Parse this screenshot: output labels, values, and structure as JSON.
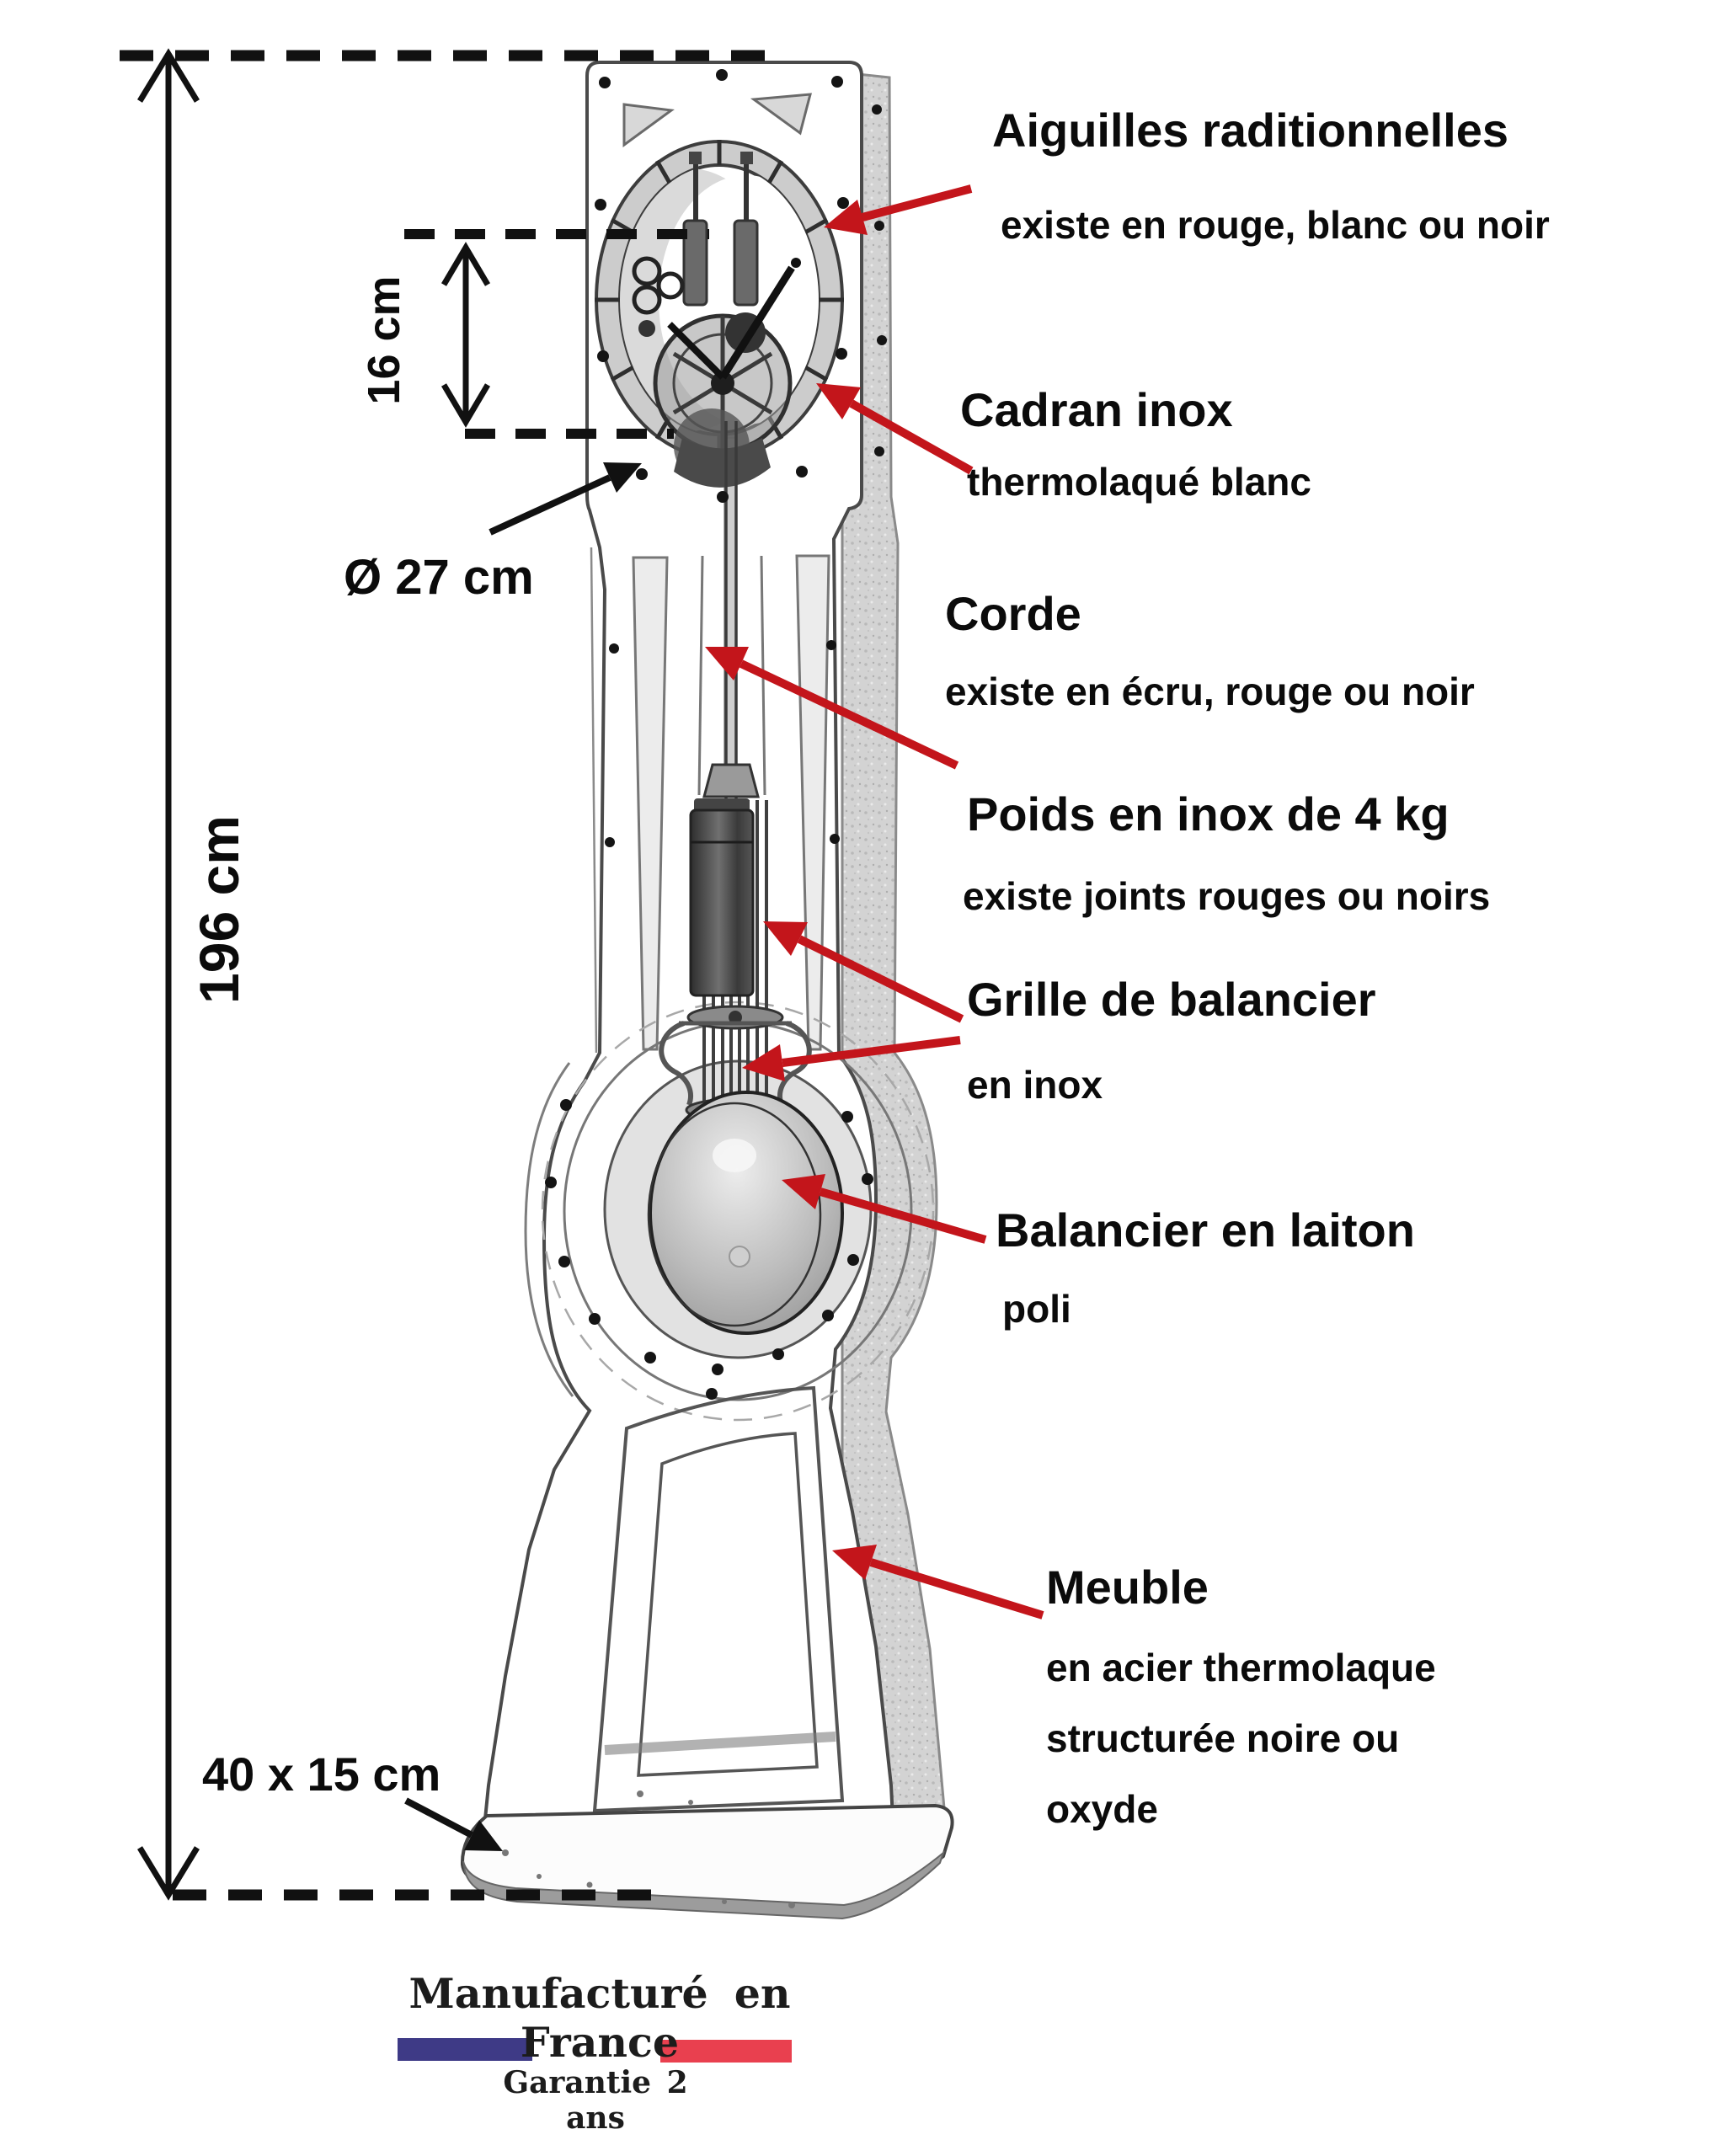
{
  "parts": [
    {
      "title": "Aiguilles raditionnelles",
      "sub1": "existe en rouge, blanc ou noir"
    },
    {
      "title": "Cadran inox",
      "sub1": "thermolaqué blanc"
    },
    {
      "title": "Corde",
      "sub1": "existe en écru, rouge ou noir"
    },
    {
      "title": "Poids en inox de 4 kg",
      "sub1": "existe joints rouges ou noirs"
    },
    {
      "title": "Grille de balancier",
      "sub1": "en inox"
    },
    {
      "title": "Balancier en laiton",
      "sub1": "poli"
    },
    {
      "title": "Meuble",
      "sub1": "en acier thermolaque",
      "sub2": "structurée noire ou",
      "sub3": "oxyde"
    }
  ],
  "dimensions": {
    "height": "196 cm",
    "dial_height": "16 cm",
    "dial_diameter": "Ø 27 cm",
    "base": "40 x 15 cm"
  },
  "footer": {
    "brand": "Manufacturé en France",
    "warranty": "Garantie 2 ans"
  },
  "colors": {
    "arrow_red": "#c3151b",
    "flag_blue": "#3e3a86",
    "flag_red": "#e9404f",
    "ink": "#111111"
  }
}
